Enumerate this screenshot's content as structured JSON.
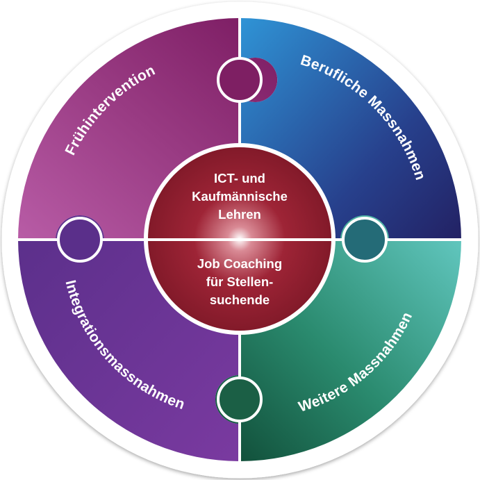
{
  "quadrants": {
    "top_left": {
      "label": "Frühintervention",
      "color_light": "#b0579e",
      "color_dark": "#7c1d63"
    },
    "top_right": {
      "label": "Berufliche Massnahmen",
      "color_light": "#2e8ed0",
      "color_dark": "#232a6a"
    },
    "bottom_left": {
      "label": "Integrationsmassnahmen",
      "color_light": "#7a3fa0",
      "color_dark": "#4d2a80"
    },
    "bottom_right": {
      "label": "Weitere Massnahmen",
      "color_light": "#5cc4bd",
      "color_dark": "#124f3b"
    }
  },
  "center": {
    "top_lines": [
      "ICT- und",
      "Kaufmännische",
      "Lehren"
    ],
    "bottom_lines": [
      "Job Coaching",
      "für Stellen-",
      "suchende"
    ],
    "color": "#8e1f2c"
  }
}
